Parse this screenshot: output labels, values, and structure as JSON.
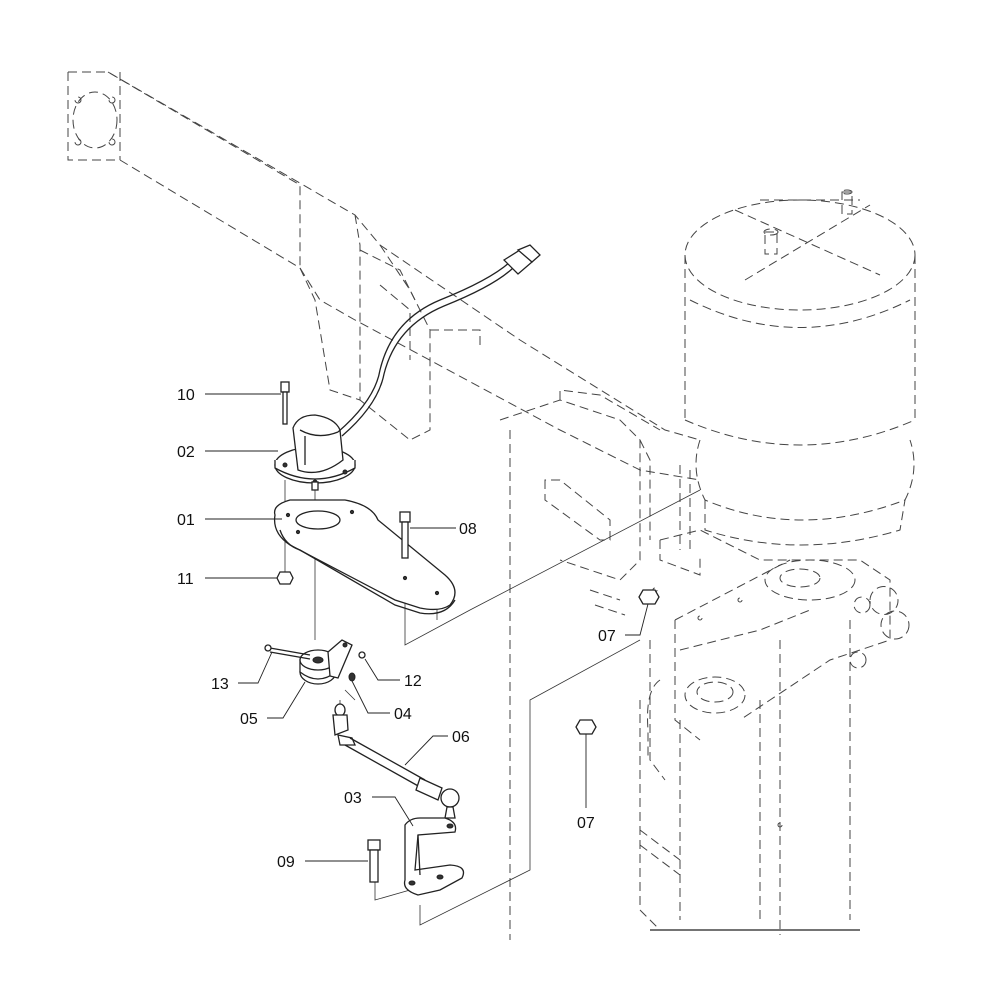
{
  "callouts": {
    "c01": "01",
    "c02": "02",
    "c03": "03",
    "c04": "04",
    "c05": "05",
    "c06": "06",
    "c07a": "07",
    "c07b": "07",
    "c08": "08",
    "c09": "09",
    "c10": "10",
    "c11": "11",
    "c12": "12",
    "c13": "13"
  },
  "colors": {
    "line": "#222222",
    "background": "#ffffff"
  }
}
